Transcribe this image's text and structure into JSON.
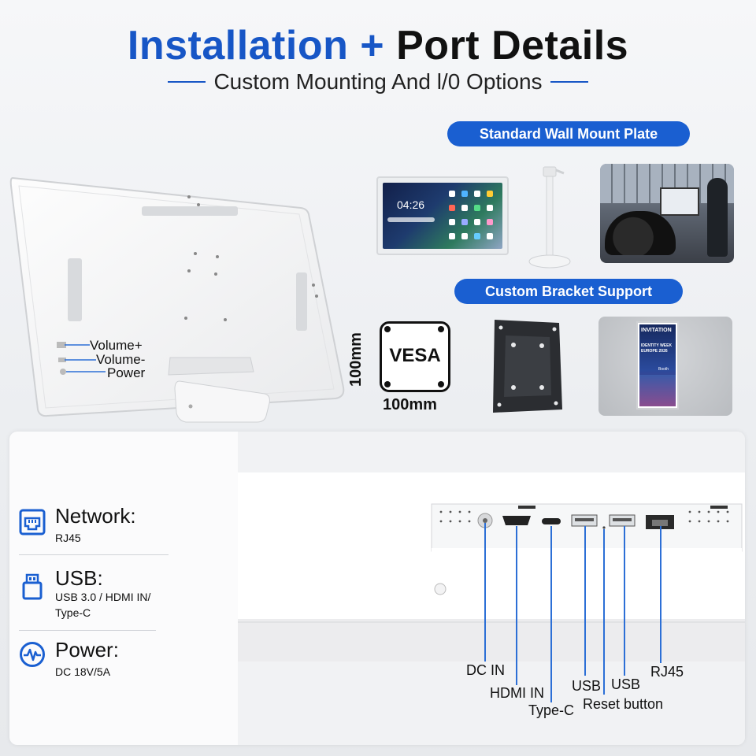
{
  "header": {
    "title_part1": "Installation +",
    "title_part2": "Port Details",
    "subtitle": "Custom Mounting And l/0 Options"
  },
  "pills": {
    "wall_mount": "Standard Wall Mount Plate",
    "bracket": "Custom Bracket Support"
  },
  "screen": {
    "time": "04:26"
  },
  "side_buttons": {
    "volume_up": "Volume+",
    "volume_down": "Volume-",
    "power": "Power"
  },
  "vesa": {
    "label": "VESA",
    "height": "100mm",
    "width": "100mm"
  },
  "poster": {
    "heading": "INVITATION",
    "line1": "IDENTITY WEEK",
    "line2": "EUROPE 2026",
    "booth": "Booth"
  },
  "specs": {
    "network_title": "Network:",
    "network_desc": "RJ45",
    "usb_title": "USB:",
    "usb_desc1": "USB 3.0 / HDMI IN/",
    "usb_desc2": "Type-C",
    "power_title": "Power:",
    "power_desc": "DC 18V/5A"
  },
  "ports": {
    "dc_in": "DC IN",
    "hdmi_in": "HDMI IN",
    "type_c": "Type-C",
    "usb1": "USB",
    "usb2": "USB",
    "reset": "Reset button",
    "rj45": "RJ45"
  },
  "colors": {
    "accent_blue": "#1756c6",
    "pill_blue": "#1a5fd1",
    "line_blue": "#2c6fd6"
  }
}
